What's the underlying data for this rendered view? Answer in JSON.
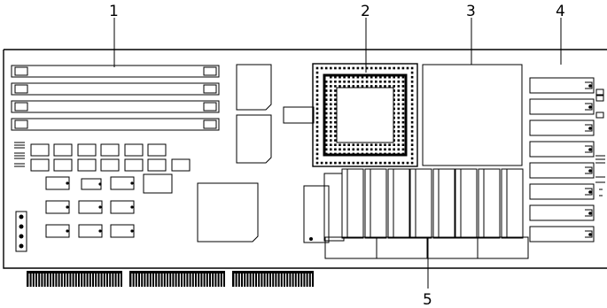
{
  "diagram": {
    "callouts": [
      {
        "id": "c1",
        "label": "1"
      },
      {
        "id": "c2",
        "label": "2"
      },
      {
        "id": "c3",
        "label": "3"
      },
      {
        "id": "c4",
        "label": "4"
      },
      {
        "id": "c5",
        "label": "5"
      }
    ],
    "colors": {
      "line": "#000000",
      "background": "#ffffff"
    }
  }
}
